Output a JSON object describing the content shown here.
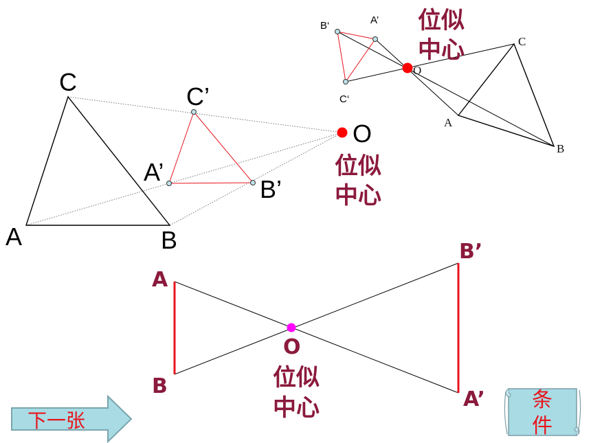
{
  "diagram_top_right": {
    "labels": {
      "b": "B‘",
      "a": "A’",
      "c_prime": "C‘",
      "o": "O",
      "c": "C",
      "a_big": "A",
      "b_big": "B"
    },
    "center_caption_line1": "位似",
    "center_caption_line2": "中心"
  },
  "diagram_left": {
    "labels": {
      "c": "C",
      "c_prime": "C’",
      "a_prime": "A’",
      "b_prime": "B’",
      "a": "A",
      "b": "B",
      "o": "O"
    },
    "center_caption_line1": "位似",
    "center_caption_line2": "中心"
  },
  "diagram_bottom": {
    "labels": {
      "a": "A",
      "b": "B",
      "b_prime": "B’",
      "a_prime": "A’",
      "o": "O"
    },
    "center_caption_line1": "位似",
    "center_caption_line2": "中心"
  },
  "buttons": {
    "next_label": "下一张",
    "condition_line1": "条",
    "condition_line2": "件"
  },
  "colors": {
    "accent_red": "#e8141c",
    "maroon": "#8b1a3c",
    "magenta": "#ff00ff",
    "button_fill": "#9fd4de"
  }
}
